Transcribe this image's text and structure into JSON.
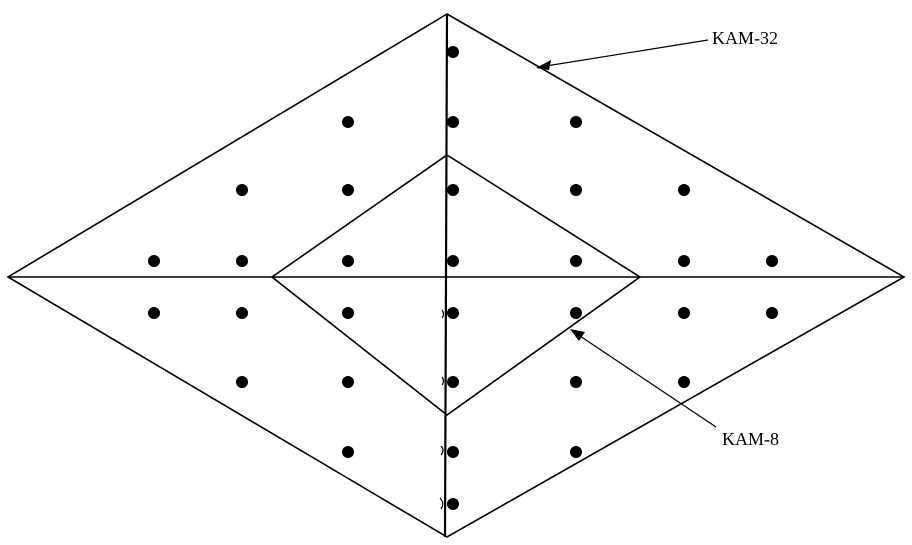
{
  "diagram": {
    "labels": {
      "outer": "KAM-32",
      "inner": "KAM-8"
    },
    "point_count": 32,
    "colors": {
      "line": "#000000",
      "dot": "#000000",
      "background": "#ffffff"
    }
  }
}
